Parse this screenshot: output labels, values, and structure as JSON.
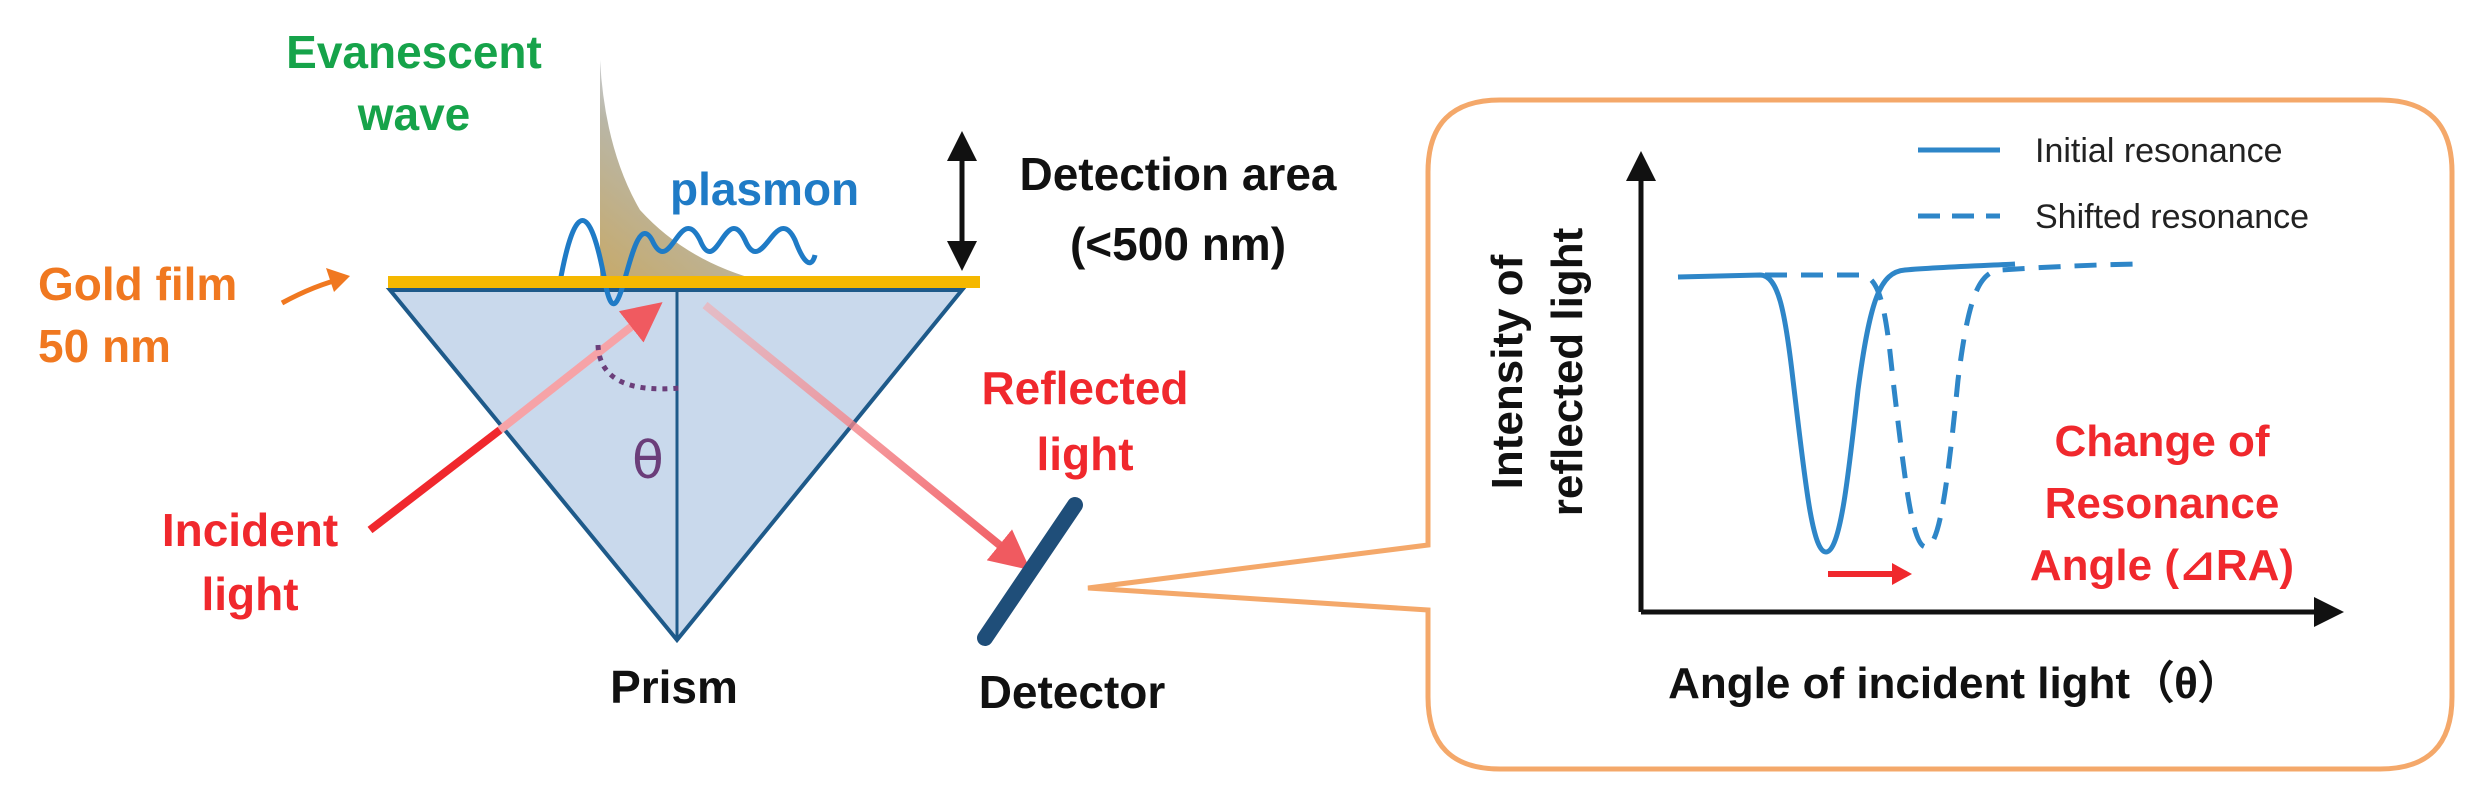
{
  "labels": {
    "evanescent_line1": "Evanescent",
    "evanescent_line2": "wave",
    "plasmon": "plasmon",
    "detection_area_line1": "Detection area",
    "detection_area_line2": "(<500 nm)",
    "gold_film_line1": "Gold film",
    "gold_film_line2": "50 nm",
    "reflected_line1": "Reflected",
    "reflected_line2": "light",
    "incident_line1": "Incident",
    "incident_line2": "light",
    "theta": "θ",
    "prism": "Prism",
    "detector": "Detector"
  },
  "inset": {
    "ylabel_line1": "Intensity of",
    "ylabel_line2": "reflected light",
    "xlabel": "Angle of incident light（θ）",
    "change_line1": "Change of",
    "change_line2": "Resonance",
    "change_line3": "Angle (⊿RA)",
    "legend": [
      {
        "name": "Initial resonance",
        "style": "solid"
      },
      {
        "name": "Shifted resonance",
        "style": "dashed"
      }
    ]
  },
  "colors": {
    "gold": "#F5B800",
    "prism_fill": "#C9D9EC",
    "prism_edge": "#1E5A8A",
    "plasmon_blue": "#1F7BC6",
    "curve_blue": "#2E86C8",
    "red_label": "#F0282D",
    "orange_label": "#F07820",
    "green_label": "#16A34A",
    "inset_border": "#F4A86A",
    "theta_arc": "#6B3E7A",
    "detector": "#1F4E79"
  },
  "icons": {
    "detector": "detector-bar-icon",
    "double_arrow": "double-arrow-icon"
  }
}
